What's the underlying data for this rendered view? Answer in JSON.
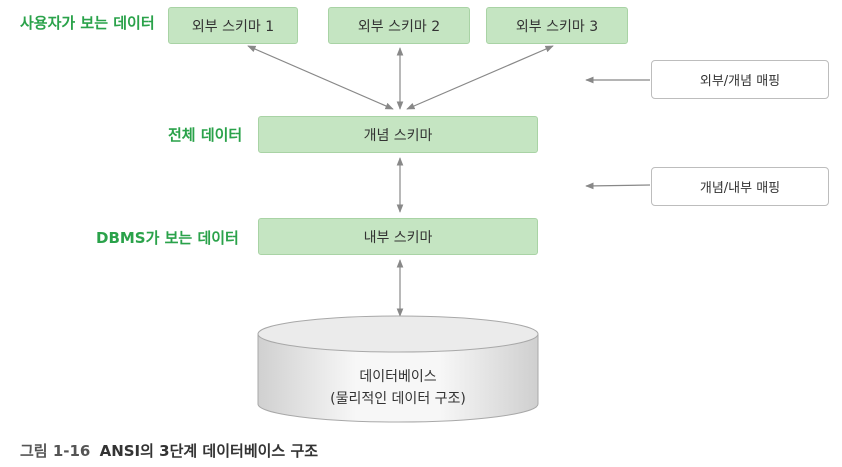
{
  "labels": {
    "user_view": "사용자가 보는 데이터",
    "total_data": "전체 데이터",
    "dbms_view": "DBMS가 보는 데이터"
  },
  "external_schemas": [
    "외부 스키마 1",
    "외부 스키마 2",
    "외부 스키마 3"
  ],
  "conceptual_schema": "개념 스키마",
  "internal_schema": "내부 스키마",
  "mappings": {
    "external_conceptual": "외부/개념 매핑",
    "conceptual_internal": "개념/내부 매핑"
  },
  "database": {
    "line1": "데이터베이스",
    "line2": "(물리적인 데이터 구조)"
  },
  "caption": {
    "number": "그림 1-16",
    "title": "ANSI의 3단계 데이터베이스 구조"
  },
  "colors": {
    "label_green": "#2aa24a",
    "box_fill": "#c5e5c2",
    "arrow": "#888888"
  }
}
